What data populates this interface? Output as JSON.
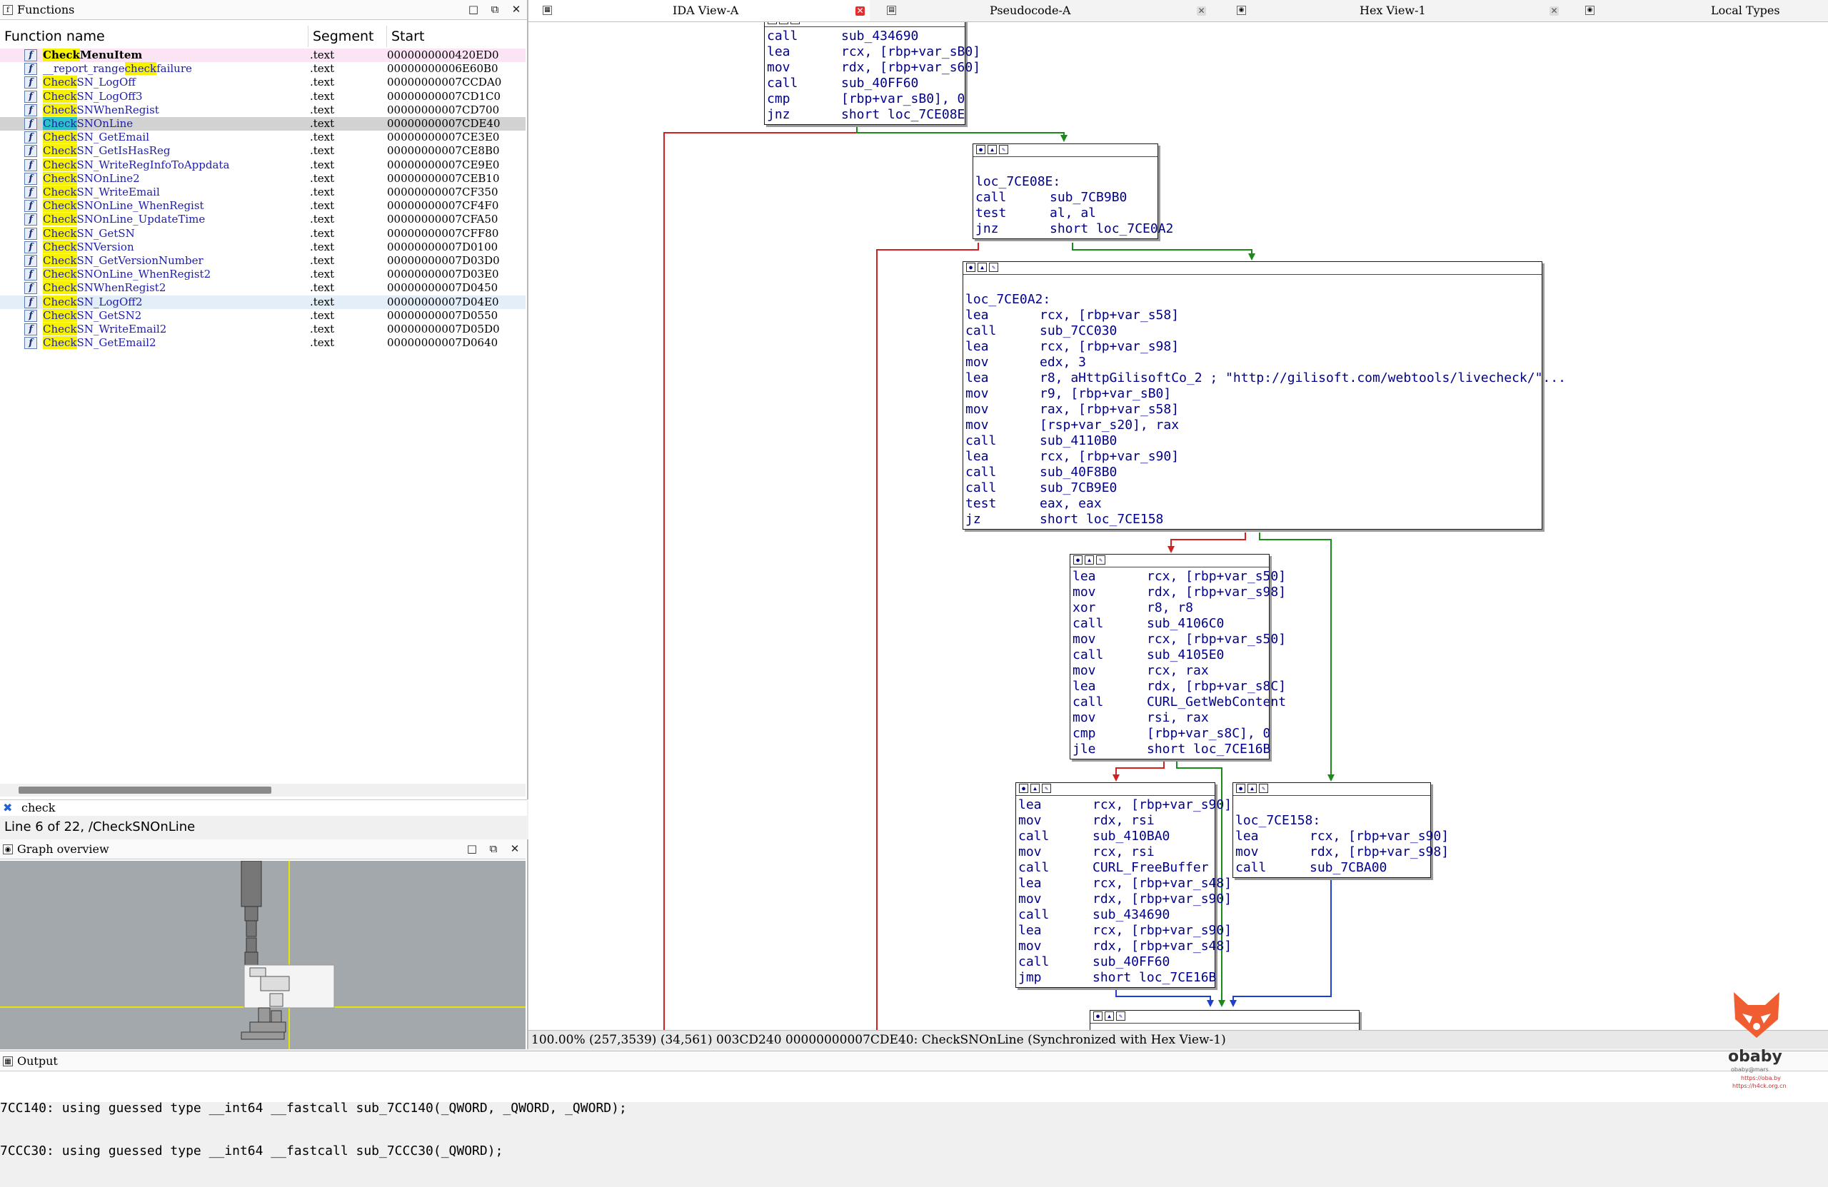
{
  "functions_pane": {
    "title": "Functions",
    "columns": [
      "Function name",
      "Segment",
      "Start"
    ],
    "rows": [
      {
        "name_pre": "",
        "name_hl": "Check",
        "name_post": "MenuItem",
        "segment": ".text",
        "start": "0000000000420ED0",
        "state": "first"
      },
      {
        "name_pre": "__report_range",
        "name_hl": "check",
        "name_post": "failure",
        "segment": ".text",
        "start": "00000000006E60B0",
        "state": ""
      },
      {
        "name_pre": "",
        "name_hl": "Check",
        "name_post": "SN_LogOff",
        "segment": ".text",
        "start": "00000000007CCDA0",
        "state": ""
      },
      {
        "name_pre": "",
        "name_hl": "Check",
        "name_post": "SN_LogOff3",
        "segment": ".text",
        "start": "00000000007CD1C0",
        "state": ""
      },
      {
        "name_pre": "",
        "name_hl": "Check",
        "name_post": "SNWhenRegist",
        "segment": ".text",
        "start": "00000000007CD700",
        "state": ""
      },
      {
        "name_pre": "",
        "name_hl": "Check",
        "name_post": "SNOnLine",
        "segment": ".text",
        "start": "00000000007CDE40",
        "state": "sel"
      },
      {
        "name_pre": "",
        "name_hl": "Check",
        "name_post": "SN_GetEmail",
        "segment": ".text",
        "start": "00000000007CE3E0",
        "state": ""
      },
      {
        "name_pre": "",
        "name_hl": "Check",
        "name_post": "SN_GetIsHasReg",
        "segment": ".text",
        "start": "00000000007CE8B0",
        "state": ""
      },
      {
        "name_pre": "",
        "name_hl": "Check",
        "name_post": "SN_WriteRegInfoToAppdata",
        "segment": ".text",
        "start": "00000000007CE9E0",
        "state": ""
      },
      {
        "name_pre": "",
        "name_hl": "Check",
        "name_post": "SNOnLine2",
        "segment": ".text",
        "start": "00000000007CEB10",
        "state": ""
      },
      {
        "name_pre": "",
        "name_hl": "Check",
        "name_post": "SN_WriteEmail",
        "segment": ".text",
        "start": "00000000007CF350",
        "state": ""
      },
      {
        "name_pre": "",
        "name_hl": "Check",
        "name_post": "SNOnLine_WhenRegist",
        "segment": ".text",
        "start": "00000000007CF4F0",
        "state": ""
      },
      {
        "name_pre": "",
        "name_hl": "Check",
        "name_post": "SNOnLine_UpdateTime",
        "segment": ".text",
        "start": "00000000007CFA50",
        "state": ""
      },
      {
        "name_pre": "",
        "name_hl": "Check",
        "name_post": "SN_GetSN",
        "segment": ".text",
        "start": "00000000007CFF80",
        "state": ""
      },
      {
        "name_pre": "",
        "name_hl": "Check",
        "name_post": "SNVersion",
        "segment": ".text",
        "start": "00000000007D0100",
        "state": ""
      },
      {
        "name_pre": "",
        "name_hl": "Check",
        "name_post": "SN_GetVersionNumber",
        "segment": ".text",
        "start": "00000000007D03D0",
        "state": ""
      },
      {
        "name_pre": "",
        "name_hl": "Check",
        "name_post": "SNOnLine_WhenRegist2",
        "segment": ".text",
        "start": "00000000007D03E0",
        "state": ""
      },
      {
        "name_pre": "",
        "name_hl": "Check",
        "name_post": "SNWhenRegist2",
        "segment": ".text",
        "start": "00000000007D0450",
        "state": ""
      },
      {
        "name_pre": "",
        "name_hl": "Check",
        "name_post": "SN_LogOff2",
        "segment": ".text",
        "start": "00000000007D04E0",
        "state": "alt"
      },
      {
        "name_pre": "",
        "name_hl": "Check",
        "name_post": "SN_GetSN2",
        "segment": ".text",
        "start": "00000000007D0550",
        "state": ""
      },
      {
        "name_pre": "",
        "name_hl": "Check",
        "name_post": "SN_WriteEmail2",
        "segment": ".text",
        "start": "00000000007D05D0",
        "state": ""
      },
      {
        "name_pre": "",
        "name_hl": "Check",
        "name_post": "SN_GetEmail2",
        "segment": ".text",
        "start": "00000000007D0640",
        "state": ""
      }
    ],
    "filter_text": "check",
    "line_info": "Line 6 of 22, /CheckSNOnLine"
  },
  "overview": {
    "title": "Graph overview"
  },
  "tabs": [
    {
      "label": "IDA View-A"
    },
    {
      "label": "Pseudocode-A"
    },
    {
      "label": "Hex View-1"
    },
    {
      "label": "Local Types"
    }
  ],
  "graph": {
    "blocks": [
      {
        "id": "b0",
        "lines": [
          [
            "call",
            "sub_434690"
          ],
          [
            "lea",
            "rcx, [rbp+var_sB0]"
          ],
          [
            "mov",
            "rdx, [rbp+var_s60]"
          ],
          [
            "call",
            "sub_40FF60"
          ],
          [
            "cmp",
            "[rbp+var_sB0], 0"
          ],
          [
            "jnz",
            "short loc_7CE08E"
          ]
        ]
      },
      {
        "id": "b1",
        "label": "loc_7CE08E:",
        "lines": [
          [
            "call",
            "sub_7CB9B0"
          ],
          [
            "test",
            "al, al"
          ],
          [
            "jnz",
            "short loc_7CE0A2"
          ]
        ]
      },
      {
        "id": "b2",
        "label": "loc_7CE0A2:",
        "lines": [
          [
            "lea",
            "rcx, [rbp+var_s58]"
          ],
          [
            "call",
            "sub_7CC030"
          ],
          [
            "lea",
            "rcx, [rbp+var_s98]"
          ],
          [
            "mov",
            "edx, 3"
          ],
          [
            "lea",
            "r8, aHttpGilisoftCo_2 ; \"http://gilisoft.com/webtools/livecheck/\"..."
          ],
          [
            "mov",
            "r9, [rbp+var_sB0]"
          ],
          [
            "mov",
            "rax, [rbp+var_s58]"
          ],
          [
            "mov",
            "[rsp+var_s20], rax"
          ],
          [
            "call",
            "sub_4110B0"
          ],
          [
            "lea",
            "rcx, [rbp+var_s90]"
          ],
          [
            "call",
            "sub_40F8B0"
          ],
          [
            "call",
            "sub_7CB9E0"
          ],
          [
            "test",
            "eax, eax"
          ],
          [
            "jz",
            "short loc_7CE158"
          ]
        ]
      },
      {
        "id": "b3",
        "lines": [
          [
            "lea",
            "rcx, [rbp+var_s50]"
          ],
          [
            "mov",
            "rdx, [rbp+var_s98]"
          ],
          [
            "xor",
            "r8, r8"
          ],
          [
            "call",
            "sub_4106C0"
          ],
          [
            "mov",
            "rcx, [rbp+var_s50]"
          ],
          [
            "call",
            "sub_4105E0"
          ],
          [
            "mov",
            "rcx, rax"
          ],
          [
            "lea",
            "rdx, [rbp+var_s8C]"
          ],
          [
            "call",
            "CURL_GetWebContent"
          ],
          [
            "mov",
            "rsi, rax"
          ],
          [
            "cmp",
            "[rbp+var_s8C], 0"
          ],
          [
            "jle",
            "short loc_7CE16B"
          ]
        ]
      },
      {
        "id": "b4",
        "lines": [
          [
            "lea",
            "rcx, [rbp+var_s90]"
          ],
          [
            "mov",
            "rdx, rsi"
          ],
          [
            "call",
            "sub_410BA0"
          ],
          [
            "mov",
            "rcx, rsi"
          ],
          [
            "call",
            "CURL_FreeBuffer"
          ],
          [
            "lea",
            "rcx, [rbp+var_s48]"
          ],
          [
            "mov",
            "rdx, [rbp+var_s90]"
          ],
          [
            "call",
            "sub_434690"
          ],
          [
            "lea",
            "rcx, [rbp+var_s90]"
          ],
          [
            "mov",
            "rdx, [rbp+var_s48]"
          ],
          [
            "call",
            "sub_40FF60"
          ],
          [
            "jmp",
            "short loc_7CE16B"
          ]
        ]
      },
      {
        "id": "b5",
        "label": "loc_7CE158:",
        "lines": [
          [
            "lea",
            "rcx, [rbp+var_s90]"
          ],
          [
            "mov",
            "rdx, [rbp+var_s98]"
          ],
          [
            "call",
            "sub_7CBA00"
          ]
        ]
      }
    ],
    "status": "100.00% (257,3539) (34,561) 003CD240 00000000007CDE40: CheckSNOnLine (Synchronized with Hex View-1)"
  },
  "output": {
    "title": "Output",
    "lines": [
      "7CC140: using guessed type __int64 __fastcall sub_7CC140(_QWORD, _QWORD, _QWORD);",
      "7CCC30: using guessed type __int64 __fastcall sub_7CCC30(_QWORD);"
    ]
  },
  "watermark": {
    "brand": "obaby",
    "sub": "obaby@mars",
    "url1": "https://oba.by",
    "url2": "https://h4ck.org.cn"
  }
}
